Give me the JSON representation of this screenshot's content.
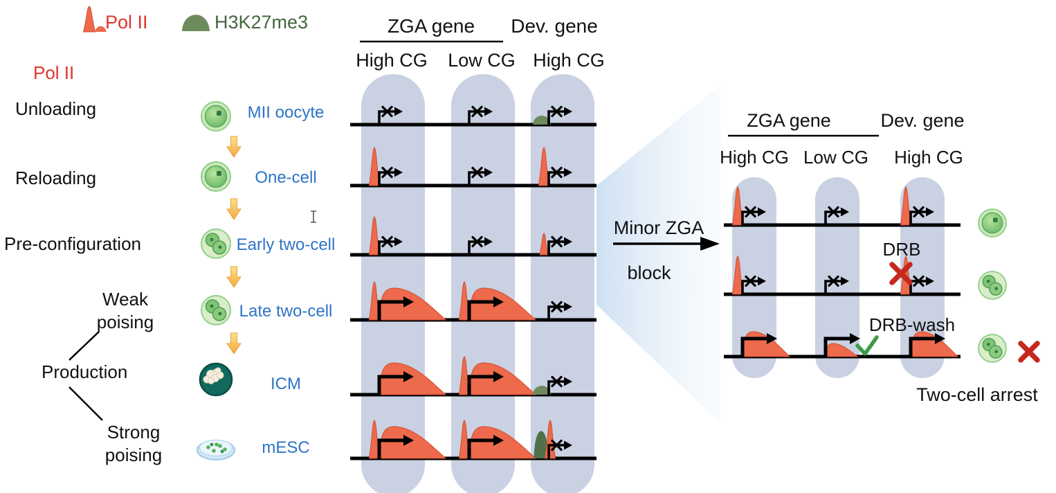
{
  "colors": {
    "pol2": "#ed6a4c",
    "pol2_stroke": "#d14d30",
    "h3k27me3": "#6d8a5c",
    "h3k27me3_dark": "#50714a",
    "capsule": "#c9d1e2",
    "stage_label_blue": "#2d74c6",
    "accent_red": "#e0352b",
    "cross_red": "#c4281f",
    "check_green": "#3f9b48",
    "funnel_blue": "#c4daf0"
  },
  "legend": {
    "items": [
      {
        "label": "Pol II",
        "icon": "pol2-peak-icon"
      },
      {
        "label": "H3K27me3",
        "icon": "h3k27me3-hill-icon"
      }
    ]
  },
  "process_labels": {
    "header": "Pol II",
    "unloading": "Unloading",
    "reloading": "Reloading",
    "preconfiguration": "Pre-configuration",
    "weak_poising_line1": "Weak",
    "weak_poising_line2": "poising",
    "production": "Production",
    "strong_poising_line1": "Strong",
    "strong_poising_line2": "poising"
  },
  "timeline": [
    {
      "stage": "MII oocyte",
      "icon": "mii-oocyte-icon"
    },
    {
      "stage": "One-cell",
      "icon": "one-cell-icon"
    },
    {
      "stage": "Early two-cell",
      "icon": "two-cell-icon"
    },
    {
      "stage": "Late two-cell",
      "icon": "two-cell-icon"
    },
    {
      "stage": "ICM",
      "icon": "icm-icon"
    },
    {
      "stage": "mESC",
      "icon": "mesc-dish-icon"
    }
  ],
  "main_panel": {
    "gene_groups": [
      {
        "label": "ZGA gene",
        "columns": [
          "High CG",
          "Low CG"
        ]
      },
      {
        "label": "Dev. gene",
        "columns": [
          "High CG"
        ]
      }
    ],
    "rows": [
      {
        "stage": "MII oocyte",
        "cells": [
          {
            "promoter": "blocked"
          },
          {
            "promoter": "blocked"
          },
          {
            "promoter": "blocked",
            "h3k27me3": "small"
          }
        ]
      },
      {
        "stage": "One-cell",
        "cells": [
          {
            "promoter": "blocked",
            "pol2_peak": "tall"
          },
          {
            "promoter": "blocked"
          },
          {
            "promoter": "blocked",
            "pol2_peak": "tall"
          }
        ]
      },
      {
        "stage": "Early two-cell",
        "cells": [
          {
            "promoter": "blocked",
            "pol2_peak": "tall"
          },
          {
            "promoter": "blocked"
          },
          {
            "promoter": "blocked",
            "pol2_peak": "small"
          }
        ]
      },
      {
        "stage": "Late two-cell",
        "cells": [
          {
            "promoter": "active",
            "pol2_peak": "tall",
            "elongation_dome": "large"
          },
          {
            "promoter": "active",
            "pol2_peak": "tall",
            "elongation_dome": "large"
          },
          {
            "promoter": "blocked"
          }
        ]
      },
      {
        "stage": "ICM",
        "cells": [
          {
            "promoter": "active",
            "elongation_dome": "large"
          },
          {
            "promoter": "active",
            "pol2_peak": "tall",
            "elongation_dome": "large"
          },
          {
            "promoter": "blocked",
            "h3k27me3": "small"
          }
        ]
      },
      {
        "stage": "mESC",
        "cells": [
          {
            "promoter": "active",
            "pol2_peak": "tall",
            "elongation_dome": "large"
          },
          {
            "promoter": "active",
            "pol2_peak": "tall",
            "elongation_dome": "large"
          },
          {
            "promoter": "blocked",
            "pol2_peak": "tall",
            "h3k27me3": "tall"
          }
        ]
      }
    ]
  },
  "transition": {
    "label_line1": "Minor ZGA",
    "label_line2": "block"
  },
  "right_panel": {
    "gene_groups": [
      {
        "label": "ZGA gene",
        "columns": [
          "High CG",
          "Low CG"
        ]
      },
      {
        "label": "Dev. gene",
        "columns": [
          "High CG"
        ]
      }
    ],
    "rows": [
      {
        "stage_icon": "one-cell-icon",
        "treatment": "",
        "cells": [
          {
            "promoter": "blocked",
            "pol2_peak": "tall"
          },
          {
            "promoter": "blocked"
          },
          {
            "promoter": "blocked",
            "pol2_peak": "tall"
          }
        ]
      },
      {
        "stage_icon": "two-cell-icon",
        "treatment": "DRB",
        "treatment_status": "blocked",
        "cells": [
          {
            "promoter": "blocked",
            "pol2_peak": "tall"
          },
          {
            "promoter": "blocked"
          },
          {
            "promoter": "blocked",
            "pol2_peak": "tall"
          }
        ]
      },
      {
        "stage_icon": "two-cell-icon",
        "treatment": "DRB-wash",
        "treatment_status": "allowed",
        "outcome": "arrested",
        "cells": [
          {
            "promoter": "active",
            "elongation_dome": "medium"
          },
          {
            "promoter": "active",
            "elongation_dome": "small"
          },
          {
            "promoter": "active",
            "elongation_dome": "medium"
          }
        ]
      }
    ],
    "caption": "Two-cell arrest"
  }
}
